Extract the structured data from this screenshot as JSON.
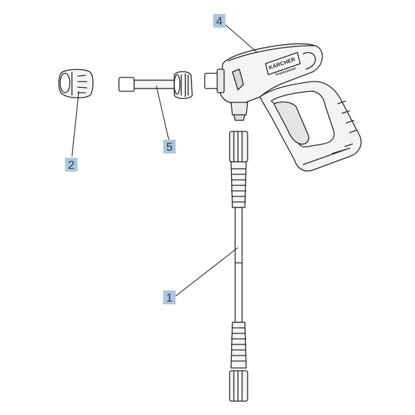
{
  "diagram": {
    "callouts": [
      {
        "id": "4",
        "label": "4"
      },
      {
        "id": "2",
        "label": "2"
      },
      {
        "id": "5",
        "label": "5"
      },
      {
        "id": "1",
        "label": "1"
      }
    ],
    "brand_text": "KÄRCHER",
    "brand_subtext": "Professional",
    "colors": {
      "callout_fill": "#a9c9e2",
      "line": "#1f1f1f",
      "part_fill": "#f2f2f2",
      "shade": "#d9d9d9"
    }
  }
}
